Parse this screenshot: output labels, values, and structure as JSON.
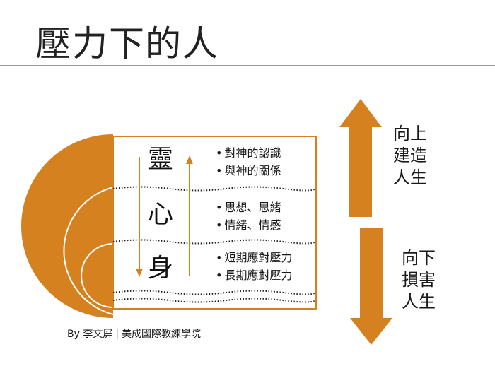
{
  "title": "壓力下的人",
  "layers": [
    {
      "char": "靈",
      "points": [
        "對神的認識",
        "與神的關係"
      ]
    },
    {
      "char": "心",
      "points": [
        "思想、思緒",
        "情緒、情感"
      ]
    },
    {
      "char": "身",
      "points": [
        "短期應對壓力",
        "長期應對壓力"
      ]
    }
  ],
  "up_label": [
    "向上",
    "建造",
    "人生"
  ],
  "down_label": [
    "向下",
    "損害",
    "人生"
  ],
  "footer": {
    "by": "By",
    "author": "李文屏",
    "org": "美成國際教練學院"
  },
  "colors": {
    "accent": "#d6811f"
  }
}
